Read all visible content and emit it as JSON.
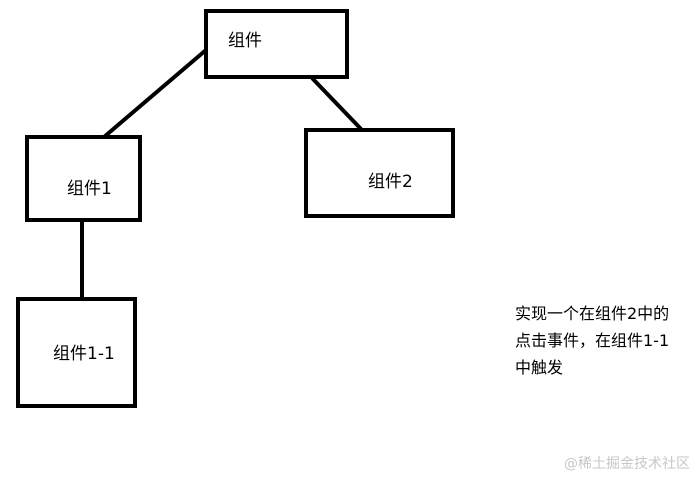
{
  "diagram": {
    "nodes": {
      "root": {
        "label": "组件"
      },
      "child1": {
        "label": "组件1"
      },
      "child2": {
        "label": "组件2"
      },
      "grandchild": {
        "label": "组件1-1"
      }
    },
    "edges": [
      {
        "from": "组件",
        "to": "组件1"
      },
      {
        "from": "组件",
        "to": "组件2"
      },
      {
        "from": "组件1",
        "to": "组件1-1"
      }
    ]
  },
  "note": {
    "lines": [
      "实现一个在组件2中的",
      "点击事件，在组件1-1",
      "中触发"
    ]
  },
  "watermark": "@稀土掘金技术社区",
  "colors": {
    "line": "#000000",
    "background": "#ffffff",
    "watermark": "#c4c7cc"
  }
}
